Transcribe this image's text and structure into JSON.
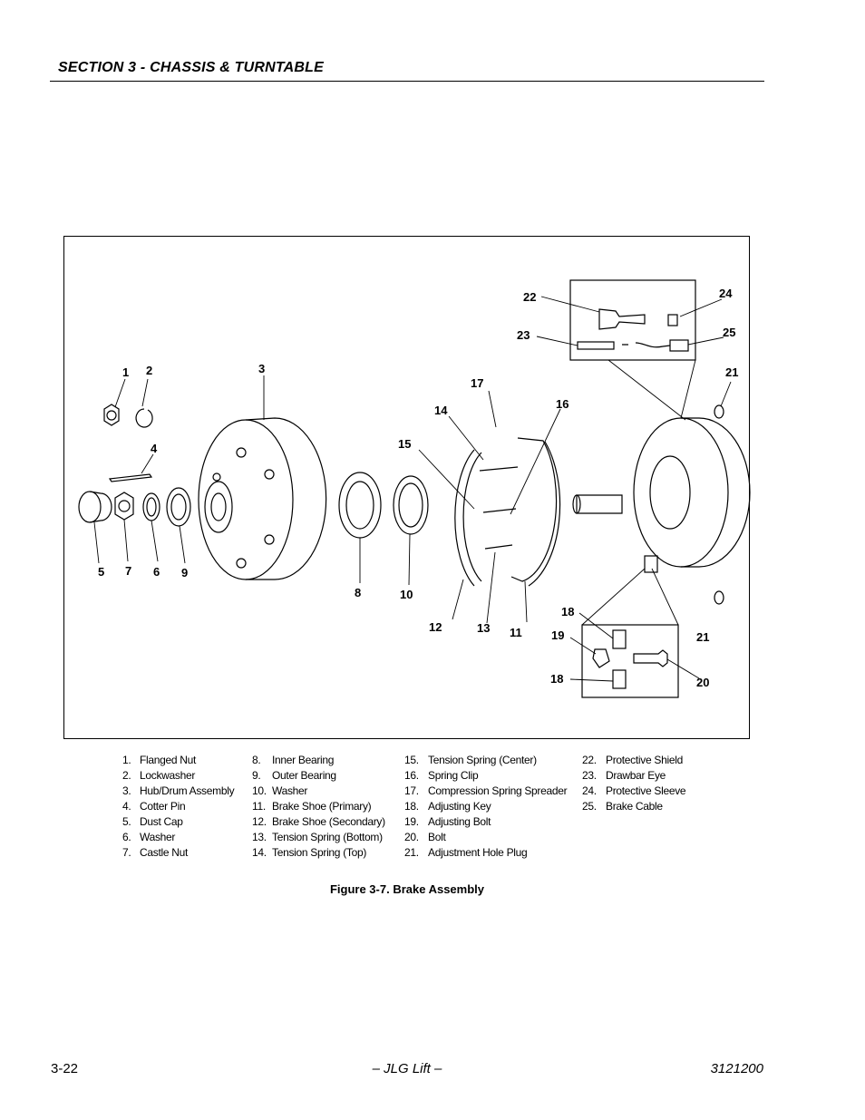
{
  "header": {
    "section": "SECTION 3 - CHASSIS & TURNTABLE"
  },
  "figure": {
    "callouts": {
      "c1": "1",
      "c2": "2",
      "c3": "3",
      "c4": "4",
      "c5": "5",
      "c6": "6",
      "c7": "7",
      "c8": "8",
      "c9": "9",
      "c10": "10",
      "c11": "11",
      "c12": "12",
      "c13": "13",
      "c14": "14",
      "c15": "15",
      "c16": "16",
      "c17": "17",
      "c18": "18",
      "c19": "19",
      "c20": "20",
      "c21": "21",
      "c22": "22",
      "c23": "23",
      "c24": "24",
      "c25": "25"
    },
    "caption": "Figure 3-7.  Brake Assembly"
  },
  "legend": {
    "col1": [
      {
        "num": "1.",
        "label": "Flanged Nut"
      },
      {
        "num": "2.",
        "label": "Lockwasher"
      },
      {
        "num": "3.",
        "label": "Hub/Drum Assembly"
      },
      {
        "num": "4.",
        "label": "Cotter Pin"
      },
      {
        "num": "5.",
        "label": "Dust Cap"
      },
      {
        "num": "6.",
        "label": "Washer"
      },
      {
        "num": "7.",
        "label": "Castle Nut"
      }
    ],
    "col2": [
      {
        "num": "8.",
        "label": "Inner Bearing"
      },
      {
        "num": "9.",
        "label": "Outer Bearing"
      },
      {
        "num": "10.",
        "label": "Washer"
      },
      {
        "num": "11.",
        "label": "Brake Shoe (Primary)"
      },
      {
        "num": "12.",
        "label": "Brake Shoe (Secondary)"
      },
      {
        "num": "13.",
        "label": "Tension Spring (Bottom)"
      },
      {
        "num": "14.",
        "label": "Tension Spring (Top)"
      }
    ],
    "col3": [
      {
        "num": "15.",
        "label": "Tension Spring (Center)"
      },
      {
        "num": "16.",
        "label": "Spring Clip"
      },
      {
        "num": "17.",
        "label": "Compression Spring Spreader"
      },
      {
        "num": "18.",
        "label": "Adjusting Key"
      },
      {
        "num": "19.",
        "label": "Adjusting Bolt"
      },
      {
        "num": "20.",
        "label": "Bolt"
      },
      {
        "num": "21.",
        "label": "Adjustment Hole Plug"
      }
    ],
    "col4": [
      {
        "num": "22.",
        "label": "Protective Shield"
      },
      {
        "num": "23.",
        "label": "Drawbar Eye"
      },
      {
        "num": "24.",
        "label": "Protective Sleeve"
      },
      {
        "num": "25.",
        "label": "Brake Cable"
      }
    ]
  },
  "footer": {
    "page": "3-22",
    "center": "– JLG Lift –",
    "doc_number": "3121200"
  }
}
